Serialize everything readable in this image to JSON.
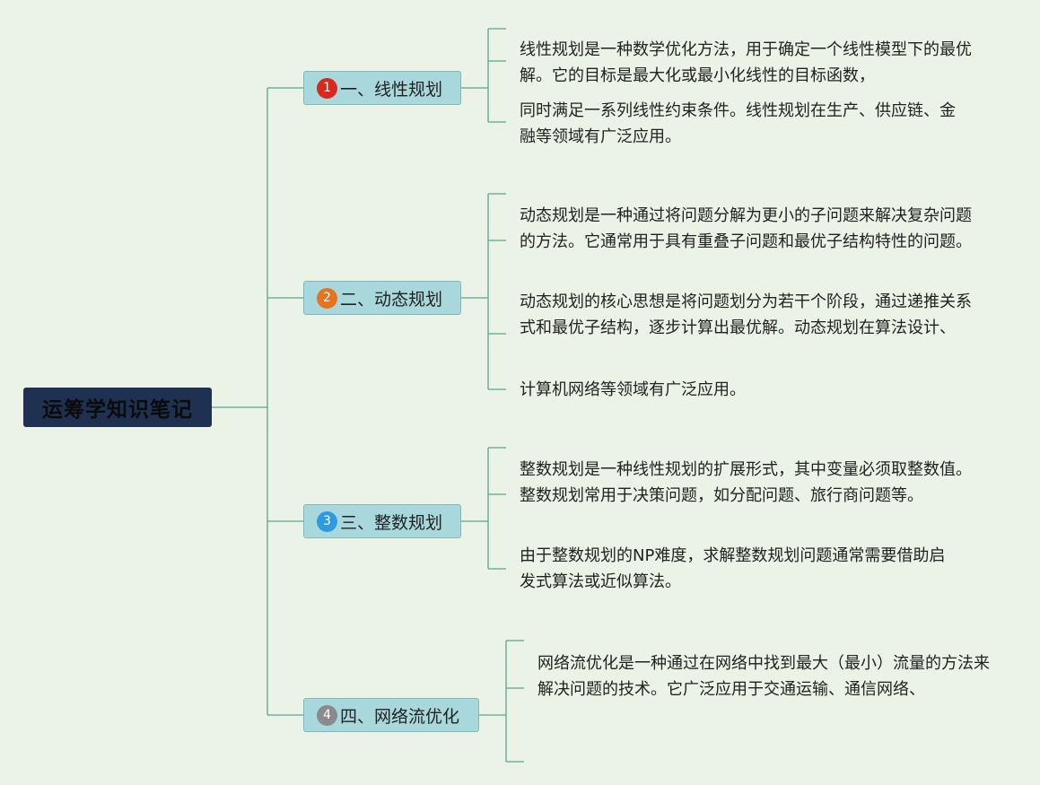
{
  "root": {
    "title": "运筹学知识笔记"
  },
  "colors": {
    "badge1": "#d9291f",
    "badge2": "#e6731f",
    "badge3": "#2e9be0",
    "badge4": "#8a8a8a"
  },
  "branches": [
    {
      "number": "1",
      "label": "一、线性规划",
      "notes": [
        "线性规划是一种数学优化方法，用于确定一个线性模型下的最优解。它的目标是最大化或最小化线性的目标函数，",
        "同时满足一系列线性约束条件。线性规划在生产、供应链、金融等领域有广泛应用。"
      ]
    },
    {
      "number": "2",
      "label": "二、动态规划",
      "notes": [
        "动态规划是一种通过将问题分解为更小的子问题来解决复杂问题的方法。它通常用于具有重叠子问题和最优子结构特性的问题。",
        "动态规划的核心思想是将问题划分为若干个阶段，通过递推关系式和最优子结构，逐步计算出最优解。动态规划在算法设计、",
        "计算机网络等领域有广泛应用。"
      ]
    },
    {
      "number": "3",
      "label": "三、整数规划",
      "notes": [
        "整数规划是一种线性规划的扩展形式，其中变量必须取整数值。整数规划常用于决策问题，如分配问题、旅行商问题等。",
        "由于整数规划的NP难度，求解整数规划问题通常需要借助启发式算法或近似算法。"
      ]
    },
    {
      "number": "4",
      "label": "四、网络流优化",
      "notes": [
        "网络流优化是一种通过在网络中找到最大（最小）流量的方法来解决问题的技术。它广泛应用于交通运输、通信网络、"
      ]
    }
  ]
}
